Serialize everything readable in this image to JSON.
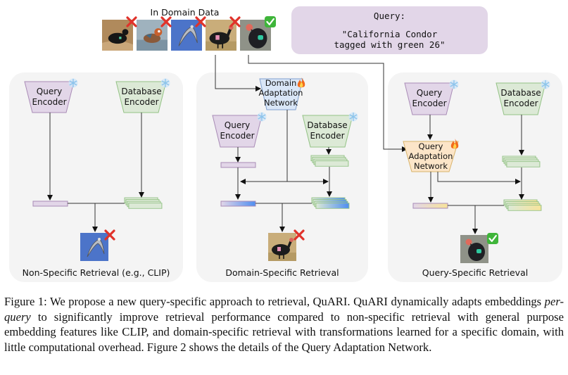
{
  "figure": {
    "domain_data": {
      "title": "In Domain Data",
      "images": [
        {
          "subject": "black-bird-on-sand",
          "mark": "cross"
        },
        {
          "subject": "mandarin-duck",
          "mark": "cross"
        },
        {
          "subject": "gull-in-flight",
          "mark": "cross"
        },
        {
          "subject": "condor-pink-tag",
          "mark": "cross"
        },
        {
          "subject": "condor-green-tag",
          "mark": "check"
        }
      ]
    },
    "query": {
      "label": "Query:",
      "line1": "\"California Condor",
      "line2": "tagged with green 26\""
    },
    "panels": [
      {
        "title": "Non-Specific Retrieval (e.g., CLIP)",
        "query_encoder": {
          "line1": "Query",
          "line2": "Encoder",
          "state": "frozen"
        },
        "database_encoder": {
          "line1": "Database",
          "line2": "Encoder",
          "state": "frozen"
        },
        "result": {
          "subject": "gull-in-flight",
          "mark": "cross"
        }
      },
      {
        "title": "Domain-Specific Retrieval",
        "adapter": {
          "line1": "Domain",
          "line2": "Adaptation",
          "line3": "Network",
          "state": "trainable"
        },
        "query_encoder": {
          "line1": "Query",
          "line2": "Encoder",
          "state": "frozen"
        },
        "database_encoder": {
          "line1": "Database",
          "line2": "Encoder",
          "state": "frozen"
        },
        "result": {
          "subject": "condor-pink-tag",
          "mark": "cross"
        }
      },
      {
        "title": "Query-Specific Retrieval",
        "adapter": {
          "line1": "Query",
          "line2": "Adaptation",
          "line3": "Network",
          "state": "trainable"
        },
        "query_encoder": {
          "line1": "Query",
          "line2": "Encoder",
          "state": "frozen"
        },
        "database_encoder": {
          "line1": "Database",
          "line2": "Encoder",
          "state": "frozen"
        },
        "result": {
          "subject": "condor-green-tag",
          "mark": "check"
        }
      }
    ],
    "colors": {
      "panel_bg": "#f4f4f4",
      "query_enc_fill": "#e2d6e8",
      "query_enc_stroke": "#a98bb6",
      "db_enc_fill": "#dce9d6",
      "db_enc_stroke": "#93c285",
      "domain_adapt_fill": "#d9e6f7",
      "domain_adapt_stroke": "#7f9fcf",
      "query_adapt_fill": "#fce5c8",
      "query_adapt_stroke": "#d9b46a",
      "domain_embed_accent": "#4f8ef0",
      "query_embed_accent": "#f7e39a",
      "cross": "#e0322a",
      "check": "#3fb53a"
    }
  },
  "caption": {
    "lead": "Figure 1: We propose a new query-specific approach to retrieval, QuARI. QuARI dynamically adapts embeddings ",
    "emphasis": "per-query",
    "rest": " to significantly improve retrieval performance compared to non-specific retrieval with general purpose embedding features like CLIP, and domain-specific retrieval with transformations learned for a specific domain, with little computational overhead. Figure 2 shows the details of the Query Adaptation Network."
  }
}
